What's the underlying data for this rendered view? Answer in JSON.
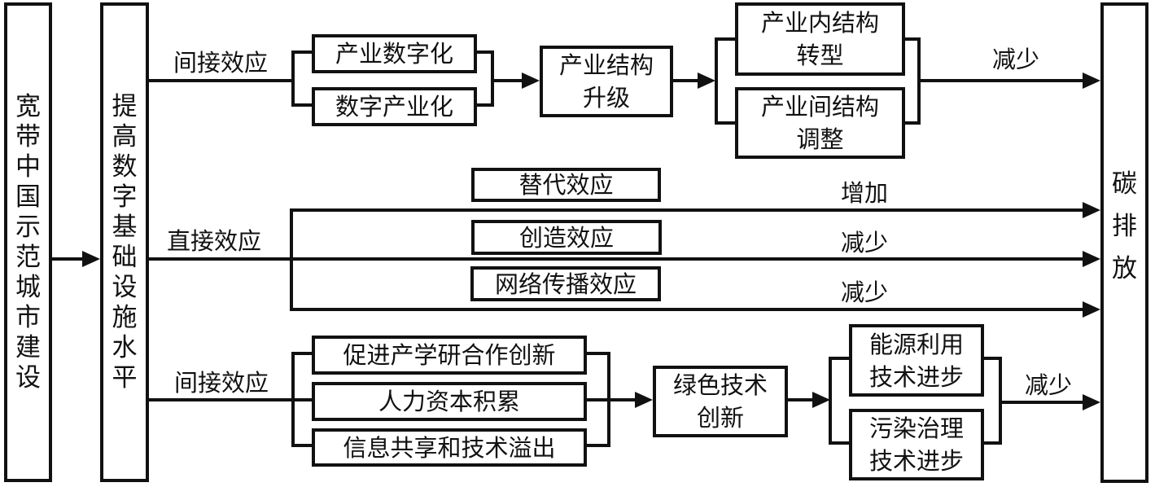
{
  "nodes": {
    "source": "宽带中国示范城市建设",
    "mediator": "提高数字基础设施水平",
    "sink": "碳排放"
  },
  "top_branch": {
    "path_label": "间接效应",
    "drivers": [
      "产业数字化",
      "数字产业化"
    ],
    "intermediate": "产业结构\n升级",
    "outcomes": [
      "产业内结构\n转型",
      "产业间结构\n调整"
    ],
    "effect_label": "减少"
  },
  "middle_branch": {
    "path_label": "直接效应",
    "rows": [
      {
        "box": "替代效应",
        "effect_label": "增加"
      },
      {
        "box": "创造效应",
        "effect_label": "减少"
      },
      {
        "box": "网络传播效应",
        "effect_label": "减少"
      }
    ]
  },
  "bottom_branch": {
    "path_label": "间接效应",
    "drivers": [
      "促进产学研合作创新",
      "人力资本积累",
      "信息共享和技术溢出"
    ],
    "intermediate": "绿色技术\n创新",
    "outcomes": [
      "能源利用\n技术进步",
      "污染治理\n技术进步"
    ],
    "effect_label": "减少"
  },
  "colors": {
    "ink": "#111111",
    "background": "#ffffff"
  }
}
